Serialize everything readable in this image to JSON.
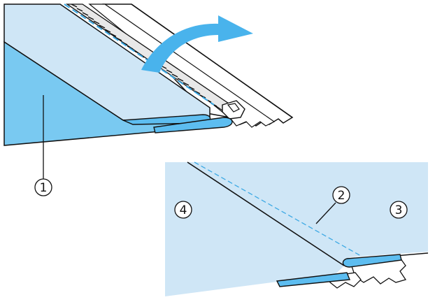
{
  "colors": {
    "fabric_light": "#cfe6f6",
    "fabric_medium": "#79c9f1",
    "tape_blue": "#5dbdf0",
    "arrow_blue": "#49b3ec",
    "stitch_blue": "#3da9e4",
    "outline": "#111111"
  },
  "callouts": {
    "c1": "1",
    "c2": "2",
    "c3": "3",
    "c4": "4"
  },
  "icons": [
    "curved-arrow-icon",
    "zipper-pull-icon"
  ]
}
